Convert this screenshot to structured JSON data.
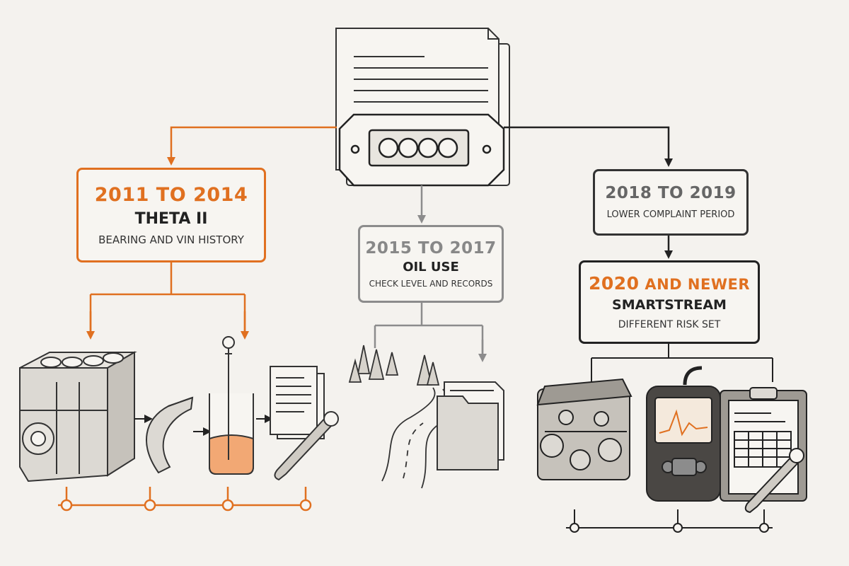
{
  "nodes": {
    "a": {
      "years": "2011 TO 2014",
      "engine": "THETA II",
      "note": "BEARING AND VIN HISTORY"
    },
    "b": {
      "years": "2015 TO 2017",
      "engine": "OIL USE",
      "note": "CHECK LEVEL AND RECORDS"
    },
    "c": {
      "years": "2018 TO 2019",
      "note": "LOWER COMPLAINT PERIOD"
    },
    "d": {
      "years_prefix": "2020",
      "years_suffix": " AND NEWER",
      "engine": "SMARTSTREAM",
      "note": "DIFFERENT RISK SET"
    }
  },
  "colors": {
    "accent": "#e07020",
    "ink": "#222222",
    "muted": "#8c8c8c",
    "paper": "#f4f2ee"
  },
  "icons": [
    "document-icon",
    "engine-gasket-icon",
    "engine-block-icon",
    "bearing-shell-icon",
    "dipstick-oil-icon",
    "service-record-wrench-icon",
    "road-trees-icon",
    "folder-icon",
    "engine-icon",
    "obd-scanner-icon",
    "clipboard-wrench-icon"
  ]
}
